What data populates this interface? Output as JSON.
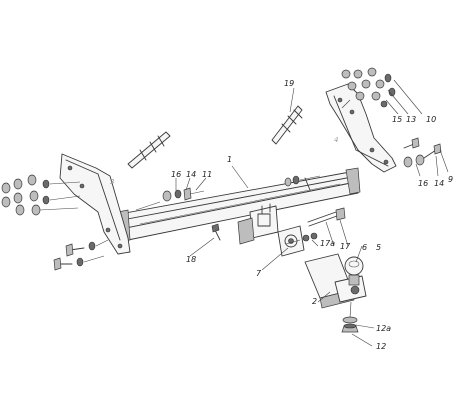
{
  "diagram": {
    "callouts": {
      "c1": "1",
      "c2": "2",
      "c3": "3",
      "c4": "4",
      "c5": "5",
      "c6": "6",
      "c7": "7",
      "c9": "9",
      "c10": "10",
      "c11": "11",
      "c12": "12",
      "c12a": "12a",
      "c13": "13",
      "c14a": "14",
      "c14b": "14",
      "c15": "15",
      "c16a": "16",
      "c16b": "16",
      "c17": "17",
      "c17a": "17a",
      "c18": "18",
      "c19": "19"
    }
  }
}
